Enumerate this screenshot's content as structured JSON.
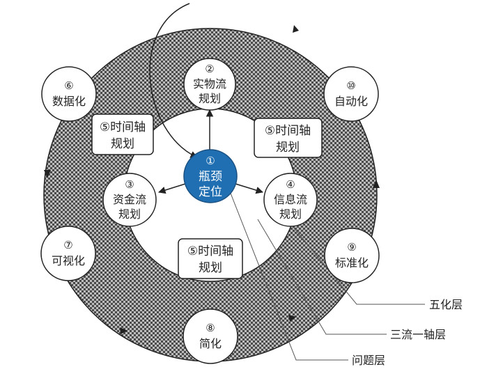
{
  "colors": {
    "ring_dark": "#4a4a4a",
    "ring_light": "#bdbdbd",
    "node_fill": "#ffffff",
    "node_stroke": "#222222",
    "center_fill": "#1f6fb2",
    "center_text": "#ffffff",
    "line": "#222222",
    "leader": "#555555"
  },
  "center": {
    "num": "①",
    "line1": "瓶颈",
    "line2": "定位"
  },
  "inner": {
    "wuliu": {
      "num": "②",
      "line1": "实物流",
      "line2": "规划"
    },
    "zijin": {
      "num": "③",
      "line1": "资金流",
      "line2": "规划"
    },
    "xinxi": {
      "num": "④",
      "line1": "信息流",
      "line2": "规划"
    }
  },
  "timeaxis": {
    "line1": "⑤时间轴",
    "line2": "规划"
  },
  "outer": {
    "shuju": {
      "num": "⑥",
      "label": "数据化"
    },
    "keshi": {
      "num": "⑦",
      "label": "可视化"
    },
    "jian": {
      "num": "⑧",
      "label": "简化"
    },
    "biaozhun": {
      "num": "⑨",
      "label": "标准化"
    },
    "zidong": {
      "num": "⑩",
      "label": "自动化"
    }
  },
  "legend": {
    "wuhua": "五化层",
    "sanliu": "三流一轴层",
    "wenti": "问题层"
  }
}
